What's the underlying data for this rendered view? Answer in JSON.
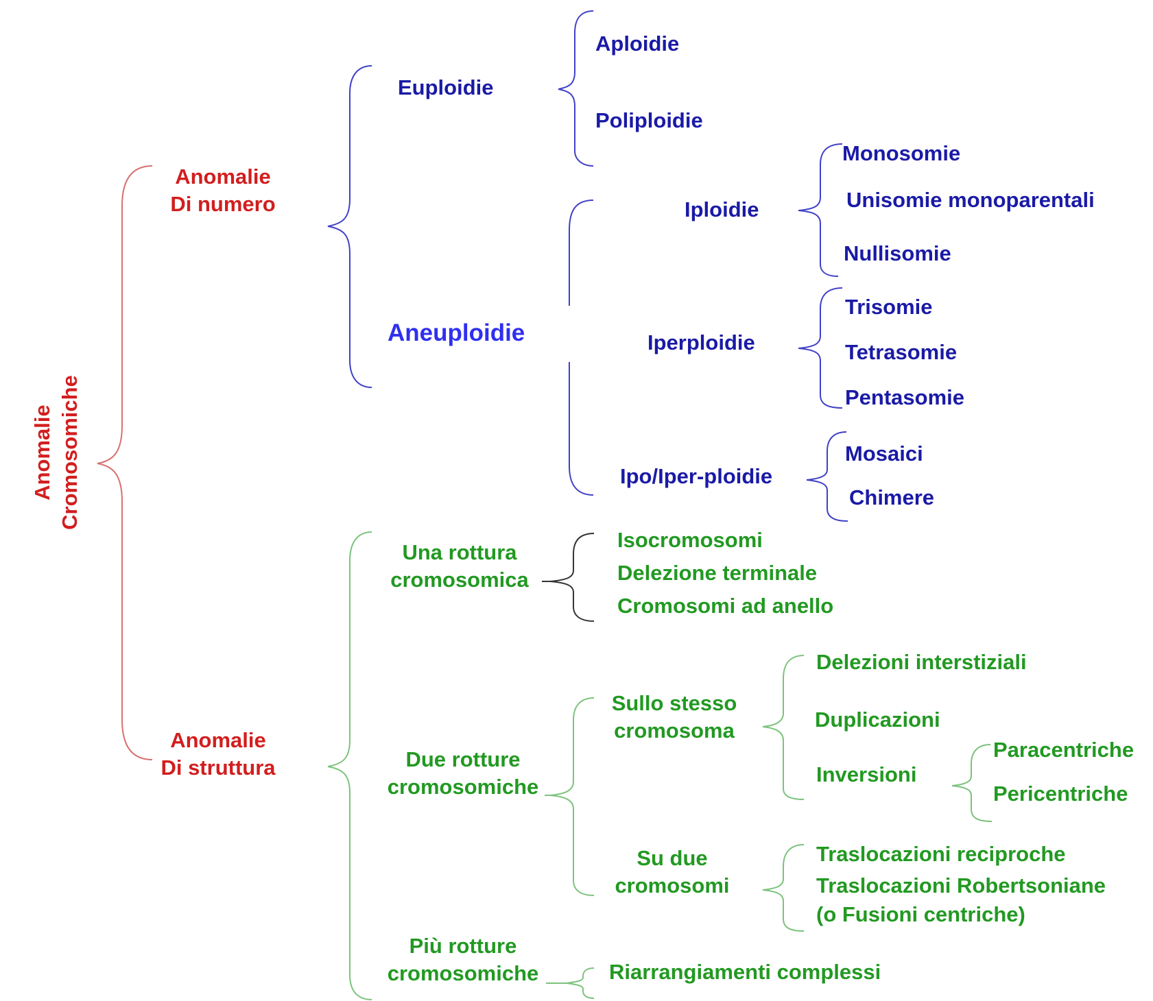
{
  "root": {
    "line1": "Anomalie",
    "line2": "Cromosomiche"
  },
  "numero": {
    "line1": "Anomalie",
    "line2": "Di numero",
    "euploidie": {
      "label": "Euploidie",
      "items": [
        "Aploidie",
        "Poliploidie"
      ]
    },
    "aneuploidie": {
      "label": "Aneuploidie",
      "iploidie": {
        "label": "Iploidie",
        "items": [
          "Monosomie",
          "Unisomie monoparentali",
          "Nullisomie"
        ]
      },
      "iperploidie": {
        "label": "Iperploidie",
        "items": [
          "Trisomie",
          "Tetrasomie",
          "Pentasomie"
        ]
      },
      "ipoiper": {
        "label": "Ipo/Iper-ploidie",
        "items": [
          "Mosaici",
          "Chimere"
        ]
      }
    }
  },
  "struttura": {
    "line1": "Anomalie",
    "line2": "Di struttura",
    "una": {
      "line1": "Una rottura",
      "line2": "cromosomica",
      "items": [
        "Isocromosomi",
        "Delezione terminale",
        "Cromosomi ad anello"
      ]
    },
    "due": {
      "line1": "Due rotture",
      "line2": "cromosomiche",
      "stesso": {
        "line1": "Sullo stesso",
        "line2": "cromosoma",
        "items": [
          "Delezioni interstiziali",
          "Duplicazioni",
          "Inversioni"
        ],
        "inversioni_items": [
          "Paracentriche",
          "Pericentriche"
        ]
      },
      "duecromo": {
        "line1": "Su due",
        "line2": "cromosomi",
        "items": [
          "Traslocazioni reciproche",
          "Traslocazioni Robertsoniane",
          "(o Fusioni centriche)"
        ]
      }
    },
    "piu": {
      "line1": "Più rotture",
      "line2": "cromosomiche",
      "items": [
        "Riarrangiamenti complessi"
      ]
    }
  },
  "colors": {
    "red": "#d21e1e",
    "blue": "#1a1aa6",
    "bright_blue": "#2f2ff0",
    "green": "#229922",
    "black": "#333333"
  }
}
